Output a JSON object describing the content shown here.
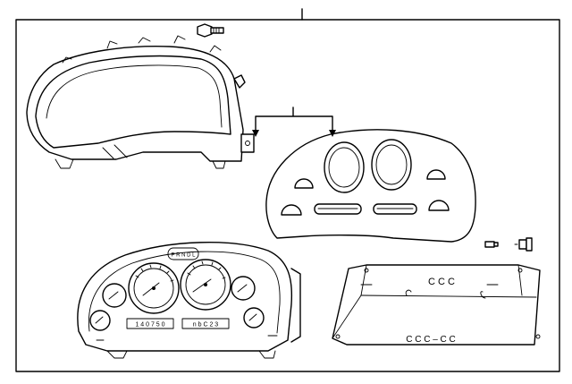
{
  "diagram": {
    "odometer_digits": "1 4 0 7 5 0",
    "trip_readout": "n b C 2 3",
    "prndl_label": "P R N D L",
    "panel_marks": "C C C",
    "panel_marks_lower": "C C C – C C"
  }
}
